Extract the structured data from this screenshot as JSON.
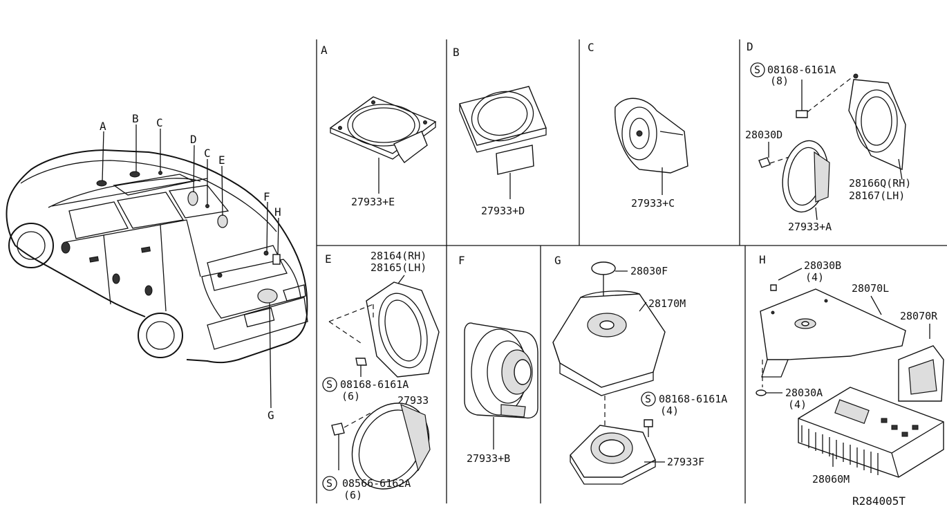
{
  "diagram_id": "R284005T",
  "vehicle_callouts": [
    "A",
    "B",
    "C",
    "D",
    "C",
    "E",
    "F",
    "H",
    "G"
  ],
  "panels": {
    "A": {
      "letter": "A",
      "parts": [
        "27933+E"
      ]
    },
    "B": {
      "letter": "B",
      "parts": [
        "27933+D"
      ]
    },
    "C": {
      "letter": "C",
      "parts": [
        "27933+C"
      ]
    },
    "D": {
      "letter": "D",
      "screw": "08168-6161A",
      "screw_qty": "(8)",
      "bolt": "28030D",
      "bracket_rh": "28166Q(RH)",
      "bracket_lh": "28167(LH)",
      "speaker": "27933+A"
    },
    "E": {
      "letter": "E",
      "bracket_rh": "28164(RH)",
      "bracket_lh": "28165(LH)",
      "screw": "08168-6161A",
      "screw_qty": "(6)",
      "speaker": "27933",
      "screw2": "08566-6162A",
      "screw2_qty": "(6)"
    },
    "F": {
      "letter": "F",
      "speaker": "27933+B"
    },
    "G": {
      "letter": "G",
      "part1": "28030F",
      "part2": "28170M",
      "screw": "08168-6161A",
      "screw_qty": "(4)",
      "part3": "27933F"
    },
    "H": {
      "letter": "H",
      "part1": "28030B",
      "part1_qty": "(4)",
      "part2": "28070L",
      "part3": "28070R",
      "part4": "28030A",
      "part4_qty": "(4)",
      "part5": "28060M"
    }
  },
  "screw_symbol": "S"
}
